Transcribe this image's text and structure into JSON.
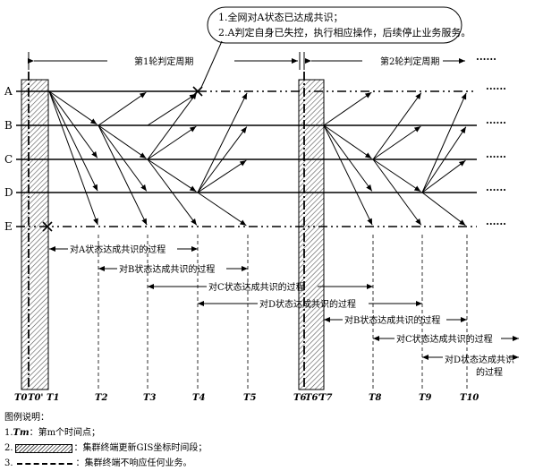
{
  "callout": {
    "line1": "1.全网对A状态已达成共识；",
    "line2": "2.A判定自身已失控，执行相应操作，后续停止业务服务。"
  },
  "periods": {
    "round1": "第1轮判定周期",
    "round2": "第2轮判定周期",
    "ellipsis": "······"
  },
  "nodes": [
    "A",
    "B",
    "C",
    "D",
    "E"
  ],
  "time_labels": [
    "T0",
    "T0'",
    "T1",
    "T2",
    "T3",
    "T4",
    "T5",
    "T6",
    "T6'",
    "T7",
    "T8",
    "T9",
    "T10"
  ],
  "phases": [
    "对A状态达成共识的过程",
    "对B状态达成共识的过程",
    "对C状态达成共识的过程",
    "对D状态达成共识的过程",
    "对B状态达成共识的过程",
    "对C状态达成共识的过程",
    "对D状态达成共识",
    "的过程"
  ],
  "legend": {
    "title": "图例说明：",
    "item1_prefix": "1.",
    "item1_term": "Tm",
    "item1_text": "：第m个时间点；",
    "item2_prefix": "2.",
    "item2_text": "：集群终端更新GIS坐标时间段；",
    "item3_prefix": "3.",
    "item3_text": "：集群终端不响应任何业务。"
  }
}
